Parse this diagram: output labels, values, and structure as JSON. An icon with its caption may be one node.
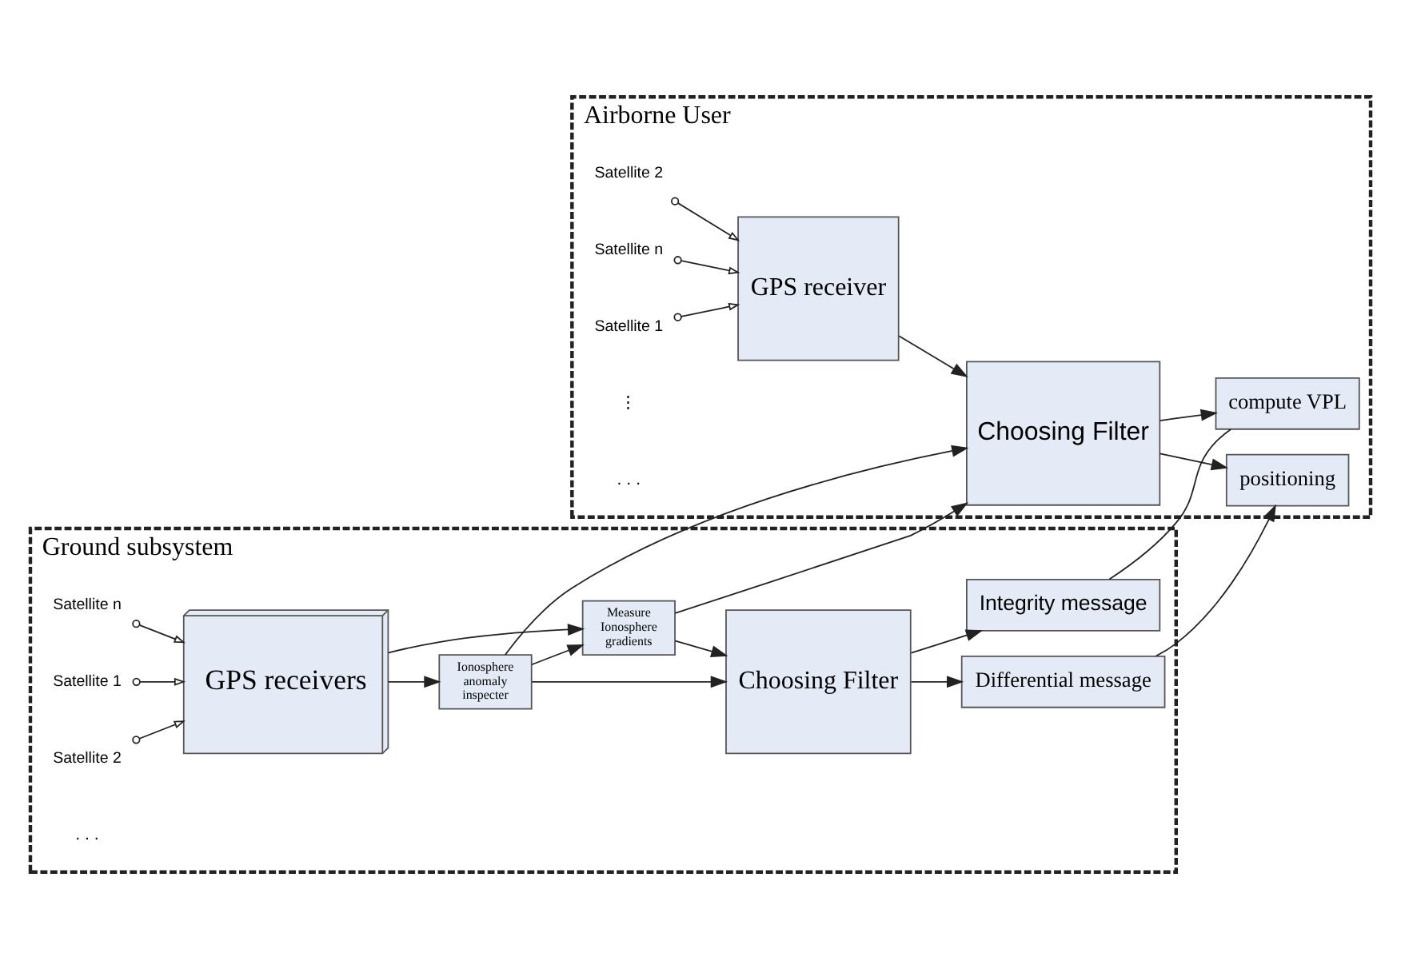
{
  "diagram": {
    "nodes": [
      {
        "text": [
          "Airborne User"
        ]
      },
      {
        "text": [
          "Satellite 1"
        ],
        "in": 0
      },
      {
        "text": [
          "Satellite 2"
        ],
        "in": 0
      },
      {
        "text": [
          "Satellite n"
        ],
        "in": 0
      },
      {
        "text": [
          "GPS receiver"
        ],
        "in": 0
      },
      {
        "text": [
          "Choosing Filter"
        ],
        "in": 0
      },
      {
        "text": [
          "positioning"
        ],
        "in": 0
      },
      {
        "text": [
          "compute VPL"
        ],
        "in": 0
      },
      {
        "text": [
          "Ground subsystem"
        ]
      },
      {
        "text": [
          "Satellite 1"
        ],
        "in": 8
      },
      {
        "text": [
          "Satellite 2"
        ],
        "in": 8
      },
      {
        "text": [
          "Satellite n"
        ],
        "in": 8
      },
      {
        "text": [
          "GPS receivers"
        ],
        "in": 8
      },
      {
        "text": [
          "Ionosphere anomaly inspecter"
        ],
        "in": 8
      },
      {
        "text": [
          "Measure Ionosphere gradients"
        ],
        "in": 8
      },
      {
        "text": [
          "Choosing Filter"
        ],
        "in": 8
      },
      {
        "text": [
          "Differential message"
        ],
        "in": 8
      },
      {
        "text": [
          "Integrity message"
        ],
        "in": 8
      }
    ],
    "edges": [
      {
        "from": 1,
        "to": 4,
        "arrow": "to"
      },
      {
        "from": 2,
        "to": 4,
        "arrow": "to"
      },
      {
        "from": 3,
        "to": 4,
        "arrow": "to"
      },
      {
        "from": 4,
        "to": 5,
        "arrow": "to"
      },
      {
        "from": 5,
        "to": 6,
        "arrow": "to"
      },
      {
        "from": 5,
        "to": 7,
        "arrow": "to"
      },
      {
        "from": 9,
        "to": 12,
        "arrow": "to"
      },
      {
        "from": 10,
        "to": 12,
        "arrow": "to"
      },
      {
        "from": 11,
        "to": 12,
        "arrow": "to"
      },
      {
        "from": 12,
        "to": 13,
        "arrow": "to"
      },
      {
        "from": 12,
        "to": 14,
        "arrow": "to"
      },
      {
        "from": 13,
        "to": 14,
        "arrow": "to"
      },
      {
        "from": 13,
        "to": 15,
        "arrow": "to"
      },
      {
        "from": 13,
        "to": 5,
        "arrow": "to"
      },
      {
        "from": 14,
        "to": 5,
        "arrow": "to"
      },
      {
        "from": 14,
        "to": 15,
        "arrow": "to"
      },
      {
        "from": 15,
        "to": 16,
        "arrow": "to"
      },
      {
        "from": 15,
        "to": 17,
        "arrow": "to"
      },
      {
        "from": 16,
        "to": 6,
        "arrow": "to"
      },
      {
        "from": 17,
        "to": 7,
        "arrow": "none"
      }
    ],
    "labels": [
      "⋮",
      ". . .",
      ". . ."
    ]
  }
}
